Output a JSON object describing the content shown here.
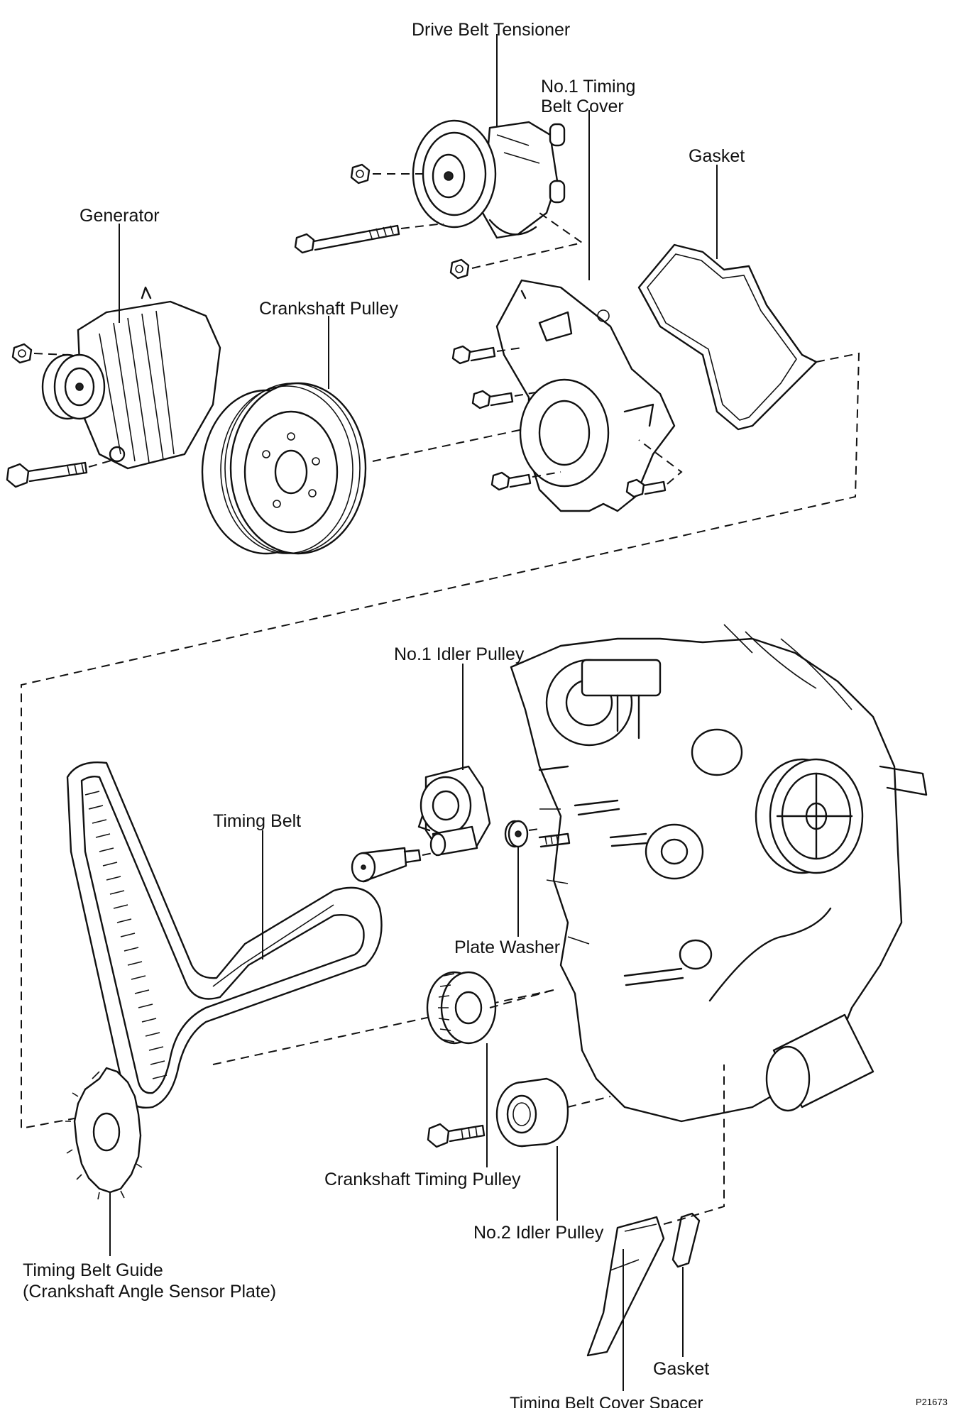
{
  "labels": {
    "drive_belt_tensioner": "Drive Belt Tensioner",
    "timing_belt_cover_line1": "No.1 Timing",
    "timing_belt_cover_line2": "Belt Cover",
    "gasket_top": "Gasket",
    "generator": "Generator",
    "crankshaft_pulley": "Crankshaft Pulley",
    "no1_idler_pulley": "No.1 Idler Pulley",
    "timing_belt": "Timing Belt",
    "plate_washer": "Plate Washer",
    "crankshaft_timing_pulley": "Crankshaft Timing Pulley",
    "no2_idler_pulley": "No.2 Idler Pulley",
    "timing_belt_guide_line1": "Timing Belt Guide",
    "timing_belt_guide_line2": "(Crankshaft Angle Sensor Plate)",
    "gasket_bottom": "Gasket",
    "timing_belt_cover_spacer": "Timing Belt Cover Spacer",
    "figure_code": "P21673"
  }
}
